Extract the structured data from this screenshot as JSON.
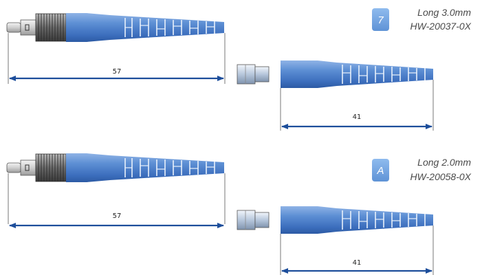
{
  "colors": {
    "boot_blue": "#4f7fc8",
    "boot_blue_dark": "#2f5ea8",
    "boot_blue_light": "#9dbbe6",
    "arrow": "#1d4e9b",
    "badge": "#77a8e0",
    "nut_gray": "#5f5f5f"
  },
  "rows": [
    {
      "badge": "7",
      "spec_line1": "Long 3.0mm",
      "spec_line2": "HW-20037-0X",
      "full_length_label": "57",
      "boot_length_label": "41"
    },
    {
      "badge": "A",
      "spec_line1": "Long 2.0mm",
      "spec_line2": "HW-20058-0X",
      "full_length_label": "57",
      "boot_length_label": "41"
    }
  ]
}
